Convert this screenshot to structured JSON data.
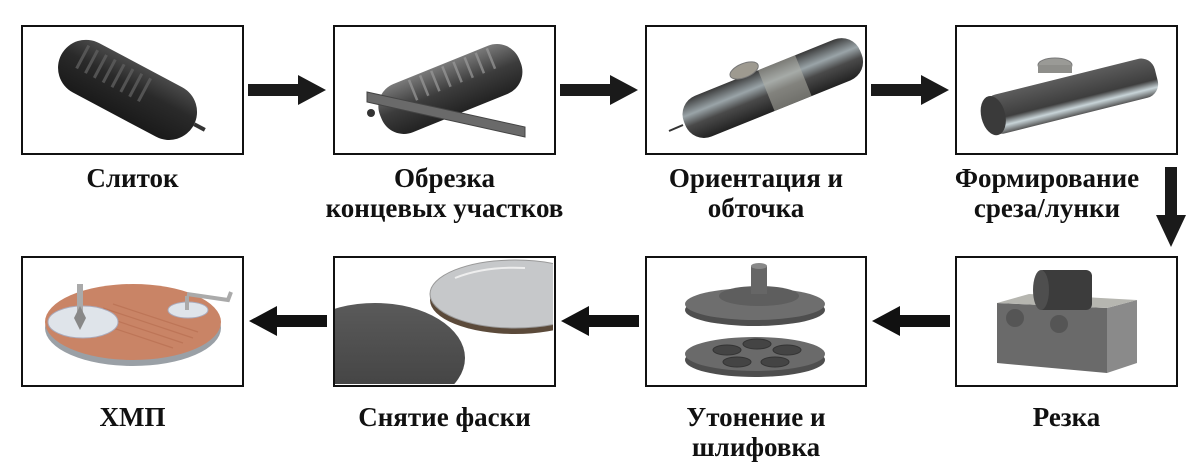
{
  "diagram": {
    "type": "process-flow",
    "language": "ru",
    "steps": [
      {
        "id": 1,
        "label_lines": [
          "Слиток"
        ],
        "icon": "ingot-icon"
      },
      {
        "id": 2,
        "label_lines": [
          "Обрезка",
          "концевых участков"
        ],
        "icon": "end-cropping-icon"
      },
      {
        "id": 3,
        "label_lines": [
          "Ориентация и",
          "обточка"
        ],
        "icon": "orientation-grinding-icon"
      },
      {
        "id": 4,
        "label_lines": [
          "Формирование",
          "среза/лунки"
        ],
        "icon": "flat-notch-forming-icon"
      },
      {
        "id": 5,
        "label_lines": [
          "Резка"
        ],
        "icon": "slicing-icon"
      },
      {
        "id": 6,
        "label_lines": [
          "Утонение и",
          "шлифовка"
        ],
        "icon": "thinning-lapping-icon"
      },
      {
        "id": 7,
        "label_lines": [
          "Снятие фаски"
        ],
        "icon": "edge-chamfering-icon"
      },
      {
        "id": 8,
        "label_lines": [
          "ХМП"
        ],
        "icon": "cmp-polishing-icon"
      }
    ],
    "flow": [
      {
        "from": 1,
        "to": 2,
        "direction": "right"
      },
      {
        "from": 2,
        "to": 3,
        "direction": "right"
      },
      {
        "from": 3,
        "to": 4,
        "direction": "right"
      },
      {
        "from": 4,
        "to": 5,
        "direction": "down"
      },
      {
        "from": 5,
        "to": 6,
        "direction": "left"
      },
      {
        "from": 6,
        "to": 7,
        "direction": "left"
      },
      {
        "from": 7,
        "to": 8,
        "direction": "left"
      }
    ],
    "colors": {
      "border": "#111111",
      "arrow": "#1a1a1a",
      "ingot": "#2e2e2e",
      "metal": "#5a5a5a",
      "cmp_pad": "#c98466",
      "chamfer_wheel_rim": "#5b4a3a"
    }
  }
}
